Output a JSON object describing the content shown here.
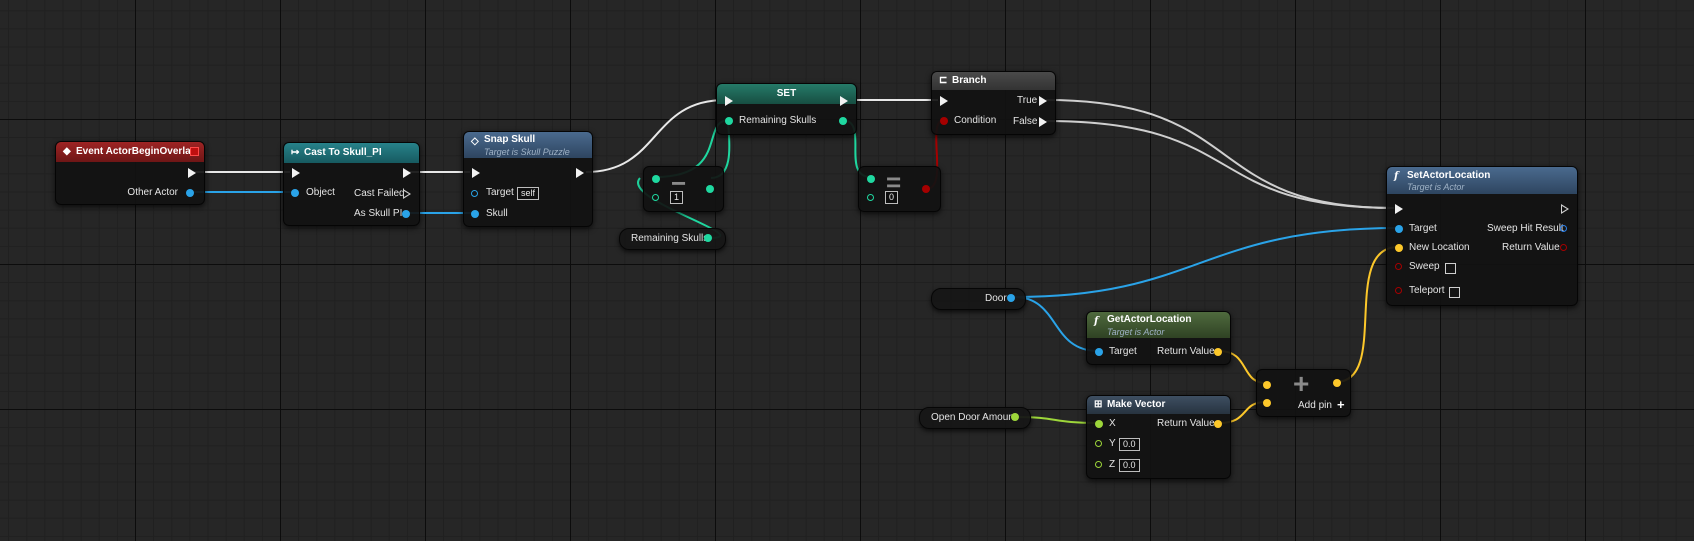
{
  "colors": {
    "exec": "#f2f2f2",
    "object": "#2aa3e8",
    "integer": "#1fd8a0",
    "boolean": "#a50000",
    "vector": "#fdc82a",
    "float": "#9dd63a",
    "event_header": "#8e1b1b",
    "cast_header": "#1e6a70",
    "function_header": "#3b5675",
    "set_header": "#1d5a4e",
    "flow_header": "#3e3e3e",
    "pure_header": "#3e5231",
    "struct_header": "#2f3d4c"
  },
  "event_node": {
    "title": "Event ActorBeginOverlap",
    "icon": "event-diamond-icon",
    "pins": {
      "other_actor": "Other Actor"
    }
  },
  "cast_node": {
    "title": "Cast To Skull_PI",
    "icon": "cast-arrow-icon",
    "pins": {
      "object": "Object",
      "cast_failed": "Cast Failed",
      "as_skull": "As Skull PI"
    }
  },
  "snap_node": {
    "title": "Snap Skull",
    "subtitle": "Target is Skull Puzzle",
    "icon": "function-diamond-icon",
    "pins": {
      "target": "Target",
      "target_value": "self",
      "skull": "Skull"
    }
  },
  "subtract_node": {
    "value": "1"
  },
  "remaining_var_node": {
    "label": "Remaining Skulls"
  },
  "set_node": {
    "title": "SET",
    "pins": {
      "remaining": "Remaining Skulls"
    }
  },
  "equal_node": {
    "value": "0"
  },
  "branch_node": {
    "title": "Branch",
    "icon": "branch-icon",
    "pins": {
      "true": "True",
      "false": "False",
      "condition": "Condition"
    }
  },
  "setactor_node": {
    "title": "SetActorLocation",
    "subtitle": "Target is Actor",
    "icon": "function-f-icon",
    "pins": {
      "target": "Target",
      "new_location": "New Location",
      "sweep": "Sweep",
      "teleport": "Teleport",
      "sweep_hit": "Sweep Hit Result",
      "return_value": "Return Value"
    }
  },
  "door_var_node": {
    "label": "Door"
  },
  "getactor_node": {
    "title": "GetActorLocation",
    "subtitle": "Target is Actor",
    "icon": "function-f-icon",
    "pins": {
      "target": "Target",
      "return_value": "Return Value"
    }
  },
  "makevector_node": {
    "title": "Make Vector",
    "icon": "struct-icon",
    "pins": {
      "x": "X",
      "y": "Y",
      "y_value": "0.0",
      "z": "Z",
      "z_value": "0.0",
      "return_value": "Return Value"
    }
  },
  "add_node": {
    "add_pin": "Add pin",
    "add_pin_icon": "plus-icon"
  },
  "opendoor_var_node": {
    "label": "Open Door Amount"
  }
}
